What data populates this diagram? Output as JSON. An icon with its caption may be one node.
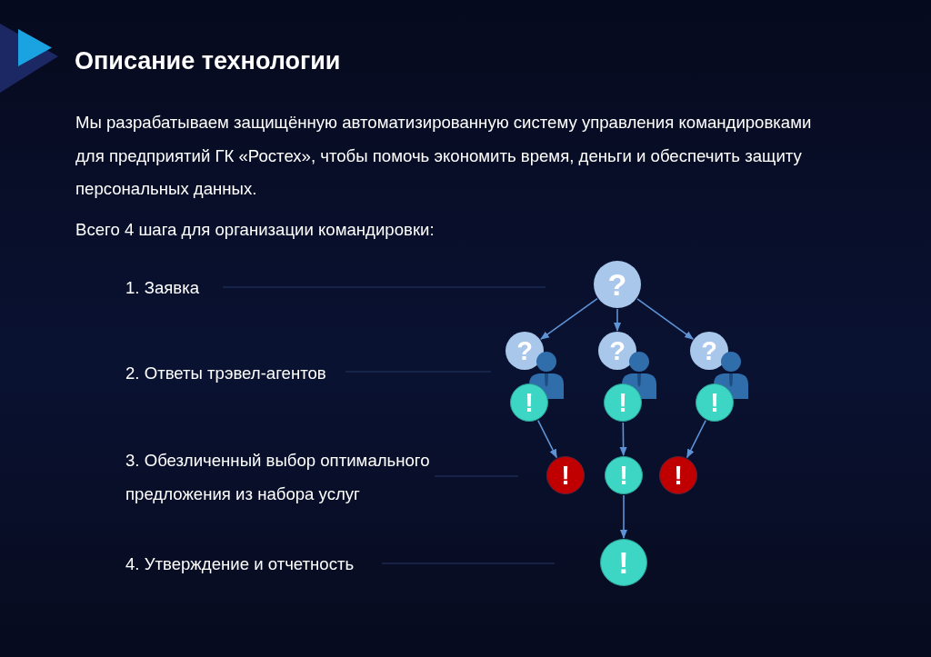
{
  "diagram": {
    "title": "Описание технологии",
    "nodes": [
      {
        "text": [
          "?"
        ]
      },
      {
        "text": [
          "?"
        ]
      },
      {
        "text": [
          "?"
        ]
      },
      {
        "text": [
          "?"
        ]
      },
      {
        "text": [
          "!"
        ]
      },
      {
        "text": [
          "!"
        ]
      },
      {
        "text": [
          "!"
        ]
      },
      {
        "text": [
          "!"
        ]
      },
      {
        "text": [
          "!"
        ]
      },
      {
        "text": [
          "!"
        ]
      },
      {
        "text": [
          "!"
        ]
      }
    ],
    "edges": [
      {
        "from": 0,
        "to": 1,
        "arrow": "to"
      },
      {
        "from": 0,
        "to": 2,
        "arrow": "to"
      },
      {
        "from": 0,
        "to": 3,
        "arrow": "to"
      },
      {
        "from": 4,
        "to": 7,
        "arrow": "to"
      },
      {
        "from": 5,
        "to": 8,
        "arrow": "to"
      },
      {
        "from": 6,
        "to": 9,
        "arrow": "to"
      },
      {
        "from": 8,
        "to": 10,
        "arrow": "to"
      }
    ],
    "labels": [
      "Мы разрабатываем защищённую автоматизированную систему управления командировками для предприятий ГК «Ростех», чтобы помочь экономить время, деньги и обеспечить защиту персональных данных.",
      "Всего 4 шага для организации командировки:",
      "1. Заявка",
      "2. Ответы трэвел-агентов",
      "3. Обезличенный выбор оптимального предложения из набора услуг",
      "4. Утверждение и отчетность"
    ]
  }
}
